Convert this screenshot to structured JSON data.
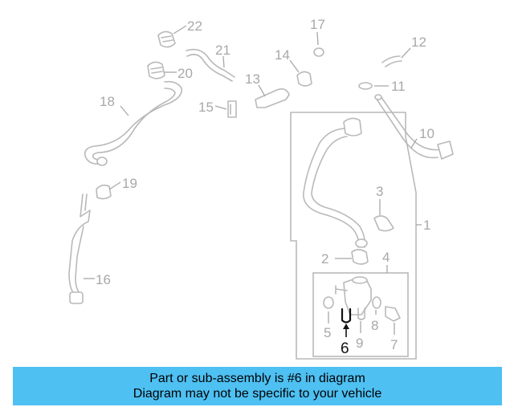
{
  "callouts": {
    "c1": "1",
    "c2": "2",
    "c3": "3",
    "c4": "4",
    "c5": "5",
    "c6": "6",
    "c7": "7",
    "c8": "8",
    "c9": "9",
    "c10": "10",
    "c11": "11",
    "c12": "12",
    "c13": "13",
    "c14": "14",
    "c15": "15",
    "c16": "16",
    "c17": "17",
    "c18": "18",
    "c19": "19",
    "c20": "20",
    "c21": "21",
    "c22": "22"
  },
  "highlighted_part": "6",
  "colors": {
    "banner": "#4ec0f2",
    "parts": "#b9b9b9",
    "highlight": "#111111"
  },
  "banner": {
    "line1": "Part or sub-assembly is #6 in diagram",
    "line2": "Diagram may not be specific to your vehicle"
  }
}
